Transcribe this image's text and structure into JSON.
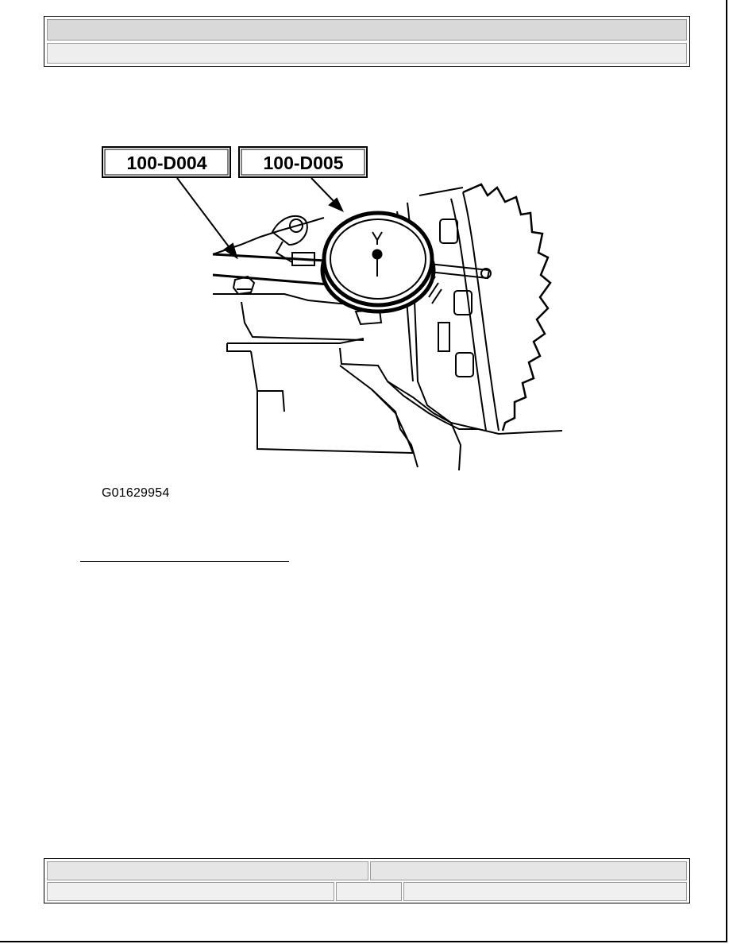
{
  "header": {
    "title": "",
    "subtitle": ""
  },
  "figure": {
    "tool_labels": [
      "100-D004",
      "100-D005"
    ],
    "caption": "G01629954"
  },
  "footer": {
    "left_top": "",
    "right_top": "",
    "left_bottom": "",
    "middle_bottom": "",
    "right_bottom": ""
  }
}
